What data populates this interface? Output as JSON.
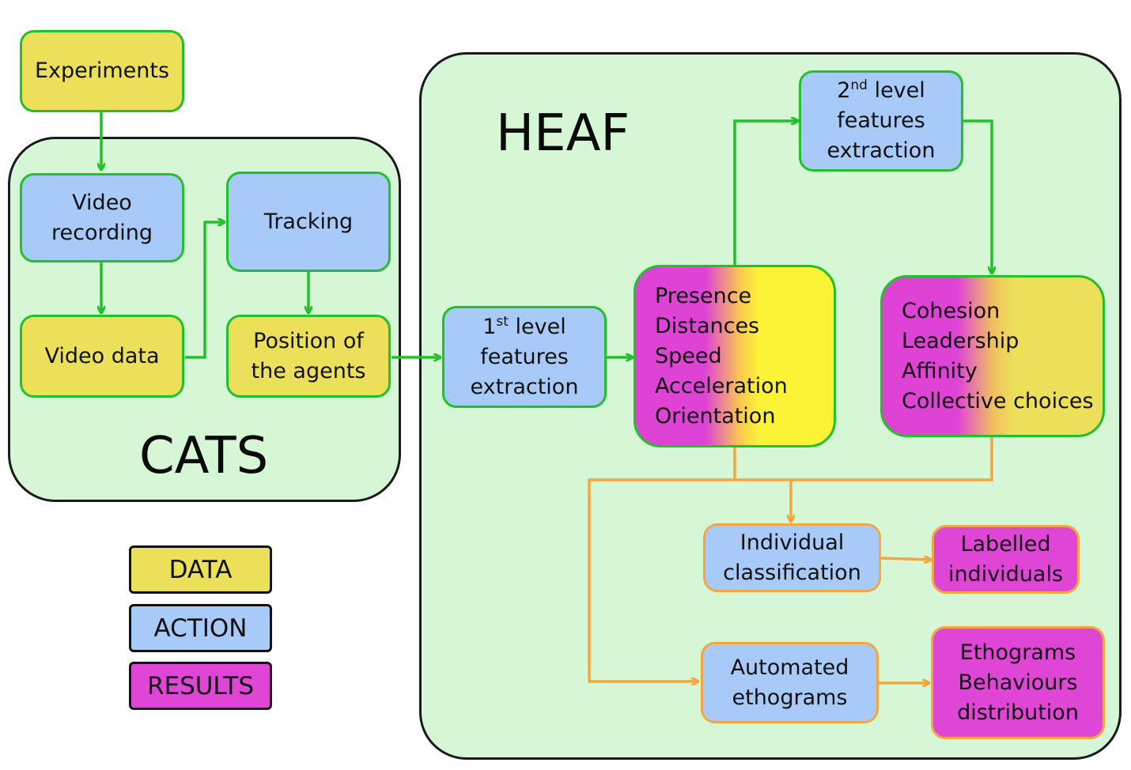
{
  "groups": {
    "cats_label": "CATS",
    "heaf_label": "HEAF"
  },
  "nodes": {
    "experiments": "Experiments",
    "video_recording_1": "Video",
    "video_recording_2": "recording",
    "video_data": "Video data",
    "tracking": "Tracking",
    "position_1": "Position of",
    "position_2": "the agents",
    "first_level_sup": "st",
    "first_level_num": "1",
    "first_level_1": " level",
    "first_level_2": "features",
    "first_level_3": "extraction",
    "second_level_num": "2",
    "second_level_sup": "nd",
    "second_level_1": " level",
    "second_level_2": "features",
    "second_level_3": "extraction",
    "individual_classification_1": "Individual",
    "individual_classification_2": "classification",
    "labelled_1": "Labelled",
    "labelled_2": "individuals",
    "automated_1": "Automated",
    "automated_2": "ethograms",
    "ethograms_1": "Ethograms",
    "ethograms_2": "Behaviours",
    "ethograms_3": "distribution"
  },
  "first_level_features": [
    "Presence",
    "Distances",
    "Speed",
    "Acceleration",
    "Orientation"
  ],
  "second_level_features": [
    "Cohesion",
    "Leadership",
    "Affinity",
    "Collective choices"
  ],
  "legend": {
    "data": "DATA",
    "action": "ACTION",
    "results": "RESULTS"
  },
  "colors": {
    "data": "#ece05a",
    "action": "#a8caf8",
    "results": "#e046d6",
    "group_fill": "#d6f7d6",
    "green_arrow": "#22c02a",
    "orange_arrow": "#f4a640"
  }
}
